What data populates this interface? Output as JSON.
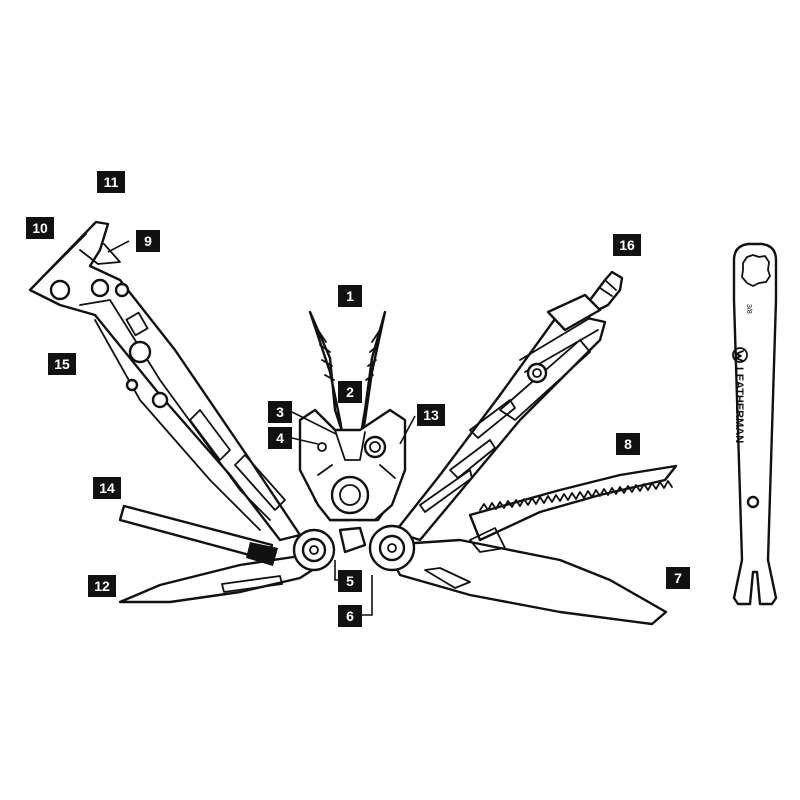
{
  "callouts": [
    {
      "id": "1",
      "label": "1"
    },
    {
      "id": "2",
      "label": "2"
    },
    {
      "id": "3",
      "label": "3"
    },
    {
      "id": "4",
      "label": "4"
    },
    {
      "id": "5",
      "label": "5"
    },
    {
      "id": "6",
      "label": "6"
    },
    {
      "id": "7",
      "label": "7"
    },
    {
      "id": "8",
      "label": "8"
    },
    {
      "id": "9",
      "label": "9"
    },
    {
      "id": "10",
      "label": "10"
    },
    {
      "id": "11",
      "label": "11"
    },
    {
      "id": "12",
      "label": "12"
    },
    {
      "id": "13",
      "label": "13"
    },
    {
      "id": "14",
      "label": "14"
    },
    {
      "id": "15",
      "label": "15"
    },
    {
      "id": "16",
      "label": "16"
    }
  ],
  "brand": {
    "name": "LEATHERMAN",
    "wrench_size": "3/8"
  },
  "colors": {
    "line": "#111111",
    "fill": "#ffffff",
    "badge": "#111111",
    "badge_text": "#ffffff"
  }
}
